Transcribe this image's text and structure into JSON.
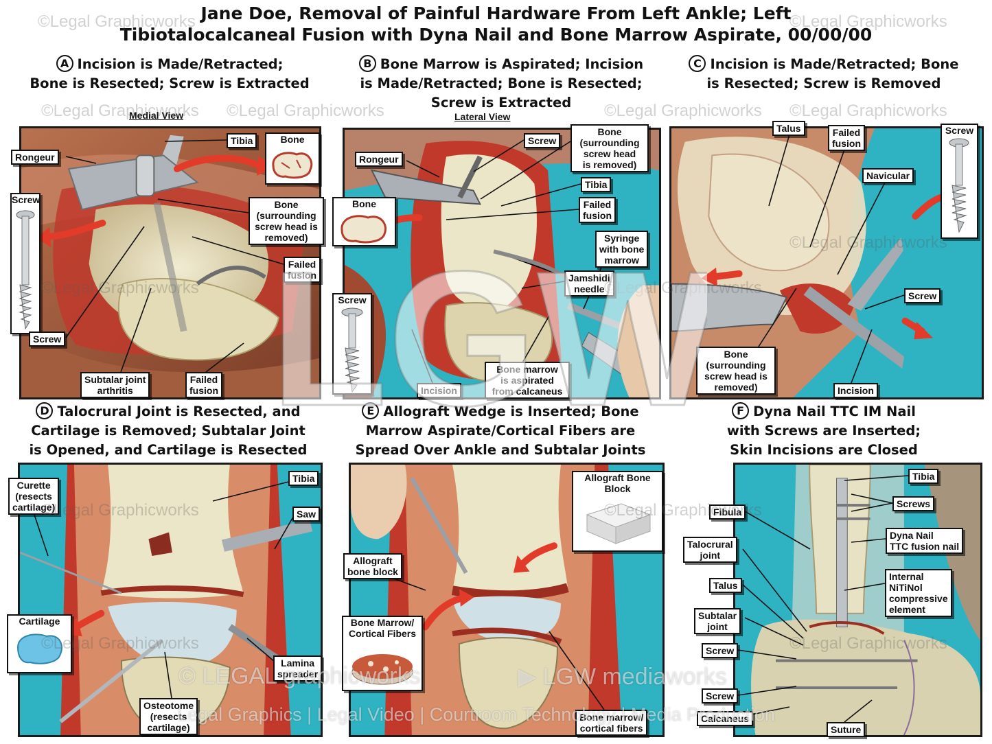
{
  "title": {
    "line1": "Jane Doe, Removal of Painful Hardware From Left Ankle; Left",
    "line2": "Tibiotalocalcaneal Fusion with Dyna Nail and Bone Marrow Aspirate, 00/00/00"
  },
  "panels": {
    "a": {
      "letter": "A",
      "heading_line1": "Incision is Made/Retracted;",
      "heading_line2": "Bone is Resected; Screw is Extracted",
      "view": "Medial View",
      "labels": {
        "tibia": "Tibia",
        "rongeur": "Rongeur",
        "bone_inset": "Bone",
        "screw_inset": "Screw",
        "bone_head": "Bone\n(surrounding\nscrew head is\nremoved)",
        "failed_fusion_1": "Failed\nfusion",
        "screw": "Screw",
        "subtalar": "Subtalar joint\narthritis",
        "failed_fusion_2": "Failed\nfusion"
      }
    },
    "b": {
      "letter": "B",
      "heading_line1": "Bone Marrow is Aspirated; Incision",
      "heading_line2": "is Made/Retracted; Bone is Resected;",
      "heading_line3": "Screw is Extracted",
      "view": "Lateral View",
      "labels": {
        "screw_top": "Screw",
        "rongeur": "Rongeur",
        "bone_head": "Bone\n(surrounding\nscrew head\nis removed)",
        "tibia": "Tibia",
        "bone_inset": "Bone",
        "failed_fusion": "Failed\nfusion",
        "syringe": "Syringe\nwith bone\nmarrow",
        "jamshidi": "Jamshidi\nneedle",
        "screw_inset": "Screw",
        "incision": "Incision",
        "marrow": "Bone marrow\nis aspirated\nfrom calcaneus"
      }
    },
    "c": {
      "letter": "C",
      "heading_line1": "Incision is Made/Retracted; Bone",
      "heading_line2": "is Resected; Screw is Removed",
      "labels": {
        "talus": "Talus",
        "failed_fusion": "Failed\nfusion",
        "screw_inset": "Screw",
        "navicular": "Navicular",
        "screw": "Screw",
        "bone_head": "Bone\n(surrounding\nscrew head is\nremoved)",
        "incision": "Incision"
      }
    },
    "d": {
      "letter": "D",
      "heading_line1": "Talocrural Joint is Resected, and",
      "heading_line2": "Cartilage is Removed; Subtalar Joint",
      "heading_line3": "is Opened, and Cartilage is Resected",
      "labels": {
        "tibia": "Tibia",
        "curette": "Curette\n(resects\ncartilage)",
        "saw": "Saw",
        "cartilage": "Cartilage",
        "lamina": "Lamina\nspreader",
        "osteotome": "Osteotome\n(resects\ncartilage)"
      }
    },
    "e": {
      "letter": "E",
      "heading_line1": "Allograft Wedge is Inserted; Bone",
      "heading_line2": "Marrow Aspirate/Cortical Fibers are",
      "heading_line3": "Spread Over Ankle and Subtalar Joints",
      "labels": {
        "allograft_inset": "Allograft\nBone Block",
        "allograft": "Allograft\nbone block",
        "marrow_inset": "Bone Marrow/\nCortical Fibers",
        "marrow": "Bone marrow/\ncortical fibers"
      }
    },
    "f": {
      "letter": "F",
      "heading_line1": "Dyna Nail TTC IM Nail",
      "heading_line2": "with Screws are Inserted;",
      "heading_line3": "Skin Incisions are Closed",
      "labels": {
        "tibia": "Tibia",
        "screws": "Screws",
        "fibula": "Fibula",
        "dyna": "Dyna Nail\nTTC fusion nail",
        "talocrural": "Talocrural\njoint",
        "internal": "Internal\nNiTiNol\ncompressive\nelement",
        "talus": "Talus",
        "subtalar": "Subtalar\njoint",
        "screw_1": "Screw",
        "screw_2": "Screw",
        "calcaneus": "Calcaneus",
        "suture": "Suture"
      }
    }
  },
  "watermarks": {
    "text": "©Legal Graphicworks",
    "banner_left": "© LEGAL graphicworks",
    "banner_right": "▶ LGW mediaworks",
    "tagline": "Legal Graphics | Legal Video | Courtroom Technology | Media Production",
    "monogram": "LGW"
  },
  "colors": {
    "teal_background": "#2fb2c1",
    "tissue_red": "#c0392b",
    "bone": "#e9e4c6",
    "arrow_red": "#e23b2a"
  }
}
